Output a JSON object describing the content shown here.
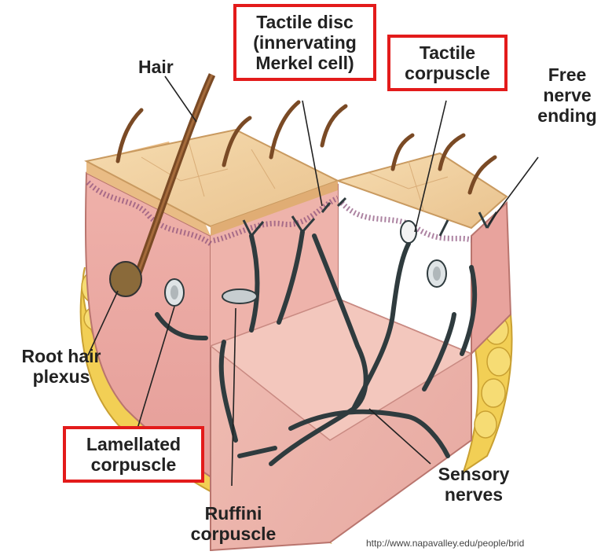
{
  "labels": {
    "hair": "Hair",
    "tactile_disc_1": "Tactile disc",
    "tactile_disc_2": "(innervating",
    "tactile_disc_3": "Merkel cell)",
    "tactile_corpuscle_1": "Tactile",
    "tactile_corpuscle_2": "corpuscle",
    "free_nerve_1": "Free",
    "free_nerve_2": "nerve",
    "free_nerve_3": "ending",
    "root_hair_1": "Root hair",
    "root_hair_2": "plexus",
    "lamellated_1": "Lamellated",
    "lamellated_2": "corpuscle",
    "ruffini_1": "Ruffini",
    "ruffini_2": "corpuscle",
    "sensory_1": "Sensory",
    "sensory_2": "nerves"
  },
  "source_url": "http://www.napavalley.edu/people/brid",
  "colors": {
    "highlight_box": "#e31b1b",
    "epidermis": "#f0cf9e",
    "dermis": "#eba6a2",
    "fat": "#f2cf55",
    "nerve": "#2f3b3e"
  }
}
